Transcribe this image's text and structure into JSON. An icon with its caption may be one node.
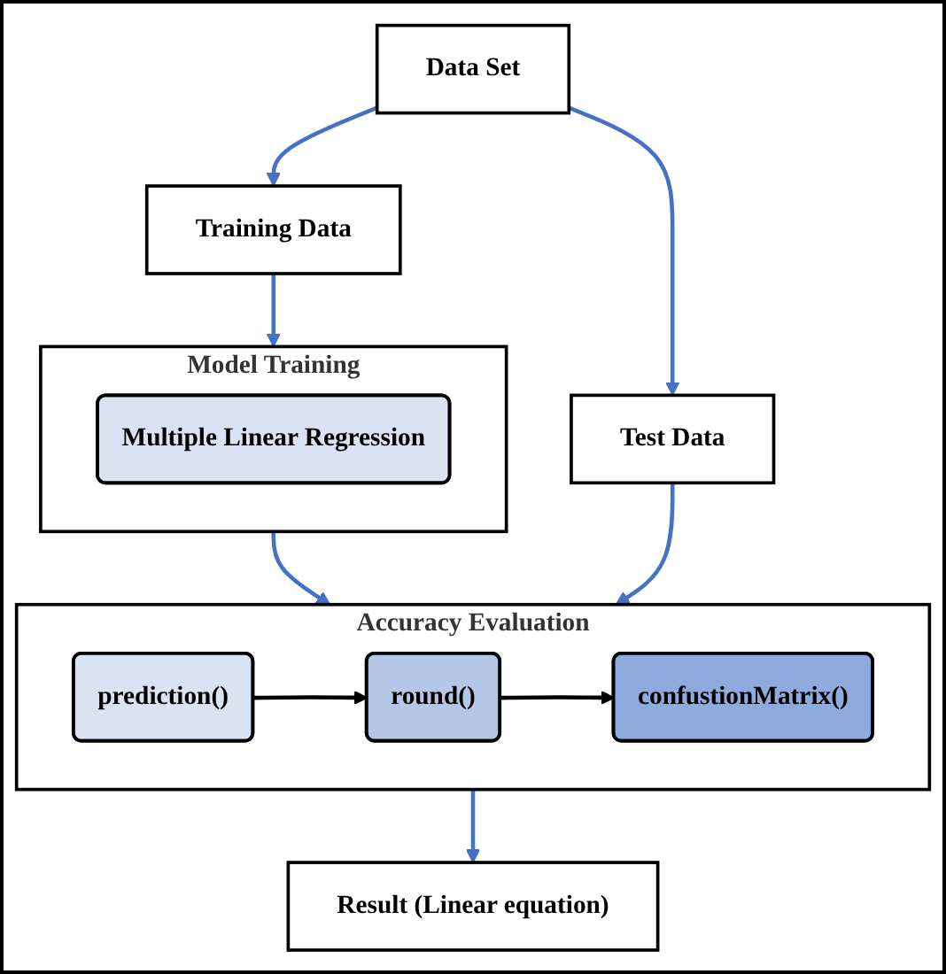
{
  "diagram": {
    "nodes": [
      {
        "text": [
          "Data Set"
        ]
      },
      {
        "text": [
          "Training Data"
        ]
      },
      {
        "text": [
          "Test Data"
        ]
      },
      {
        "text": [
          "Model Training"
        ]
      },
      {
        "text": [
          "Multiple Linear Regression"
        ],
        "in": 3
      },
      {
        "text": [
          "Accuracy Evaluation"
        ]
      },
      {
        "text": [
          "prediction()"
        ],
        "in": 5
      },
      {
        "text": [
          "round()"
        ],
        "in": 5
      },
      {
        "text": [
          "confustionMatrix()"
        ],
        "in": 5
      },
      {
        "text": [
          "Result (Linear equation)"
        ]
      }
    ],
    "edges": [
      {
        "from": 0,
        "to": 1,
        "arrow": "to"
      },
      {
        "from": 0,
        "to": 2,
        "arrow": "to"
      },
      {
        "from": 1,
        "to": 3,
        "arrow": "to"
      },
      {
        "from": 3,
        "to": 5,
        "arrow": "to"
      },
      {
        "from": 2,
        "to": 5,
        "arrow": "to"
      },
      {
        "from": 6,
        "to": 7,
        "arrow": "to",
        "color": "#000000"
      },
      {
        "from": 7,
        "to": 8,
        "arrow": "to",
        "color": "#000000"
      },
      {
        "from": 5,
        "to": 9,
        "arrow": "to"
      }
    ]
  }
}
